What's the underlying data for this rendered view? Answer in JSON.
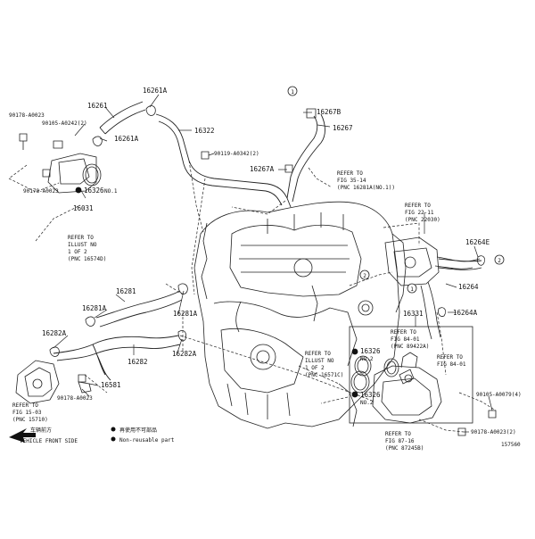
{
  "parts": {
    "p16261": "16261",
    "p16261A_top": "16261A",
    "p16261A_left": "16261A",
    "p16322": "16322",
    "p16267B": "16267B",
    "p16267": "16267",
    "p16267A": "16267A",
    "p90178_A0023_top": "90178-A0023",
    "p90105_A0242_2_left": "90105-A0242(2)",
    "p90119_A0342_2": "90119-A0342(2)",
    "p90178_A0023_left2": "90178-A0023",
    "p16326_no1": "16326",
    "p16326_no1_suffix": "NO.1",
    "p16031": "16031",
    "p16281": "16281",
    "p16281A_left": "16281A",
    "p16281A_right": "16281A",
    "p16282A_left": "16282A",
    "p16282A_right": "16282A",
    "p16282": "16282",
    "p16581": "16581",
    "p90178_A0023_bottom": "90178-A0023",
    "p16264E": "16264E",
    "p16264": "16264",
    "p16264A": "16264A",
    "p16331": "16331",
    "p16326_no2_label": "16326",
    "p16326_no2_suffix": "NO.2",
    "p16326_lower": "16326",
    "p16326_lower_suffix": "NO.2",
    "p90105_A0079_4": "90105-A0079(4)",
    "p90178_A0023_2": "90178-A0023(2)"
  },
  "refs": {
    "fig1635_l1": "REFER TO",
    "fig1635_l2": "FIG 35-14",
    "fig1635_l3": "(PNC 16281A(NO.1))",
    "fig2211_l1": "REFER TO",
    "fig2211_l2": "FIG 22-11",
    "fig2211_l3": "(PNC 22030)",
    "illus1_l1": "REFER TO",
    "illus1_l2": "ILLUST NO",
    "illus1_l3": "1 OF 2",
    "illus1_l4": "(PNC 16574D)",
    "fig8401a_l1": "REFER TO",
    "fig8401a_l2": "FIG 84-01",
    "fig8401a_l3": "(PNC 89422A)",
    "fig8401b_l1": "REFER TO",
    "fig8401b_l2": "FIG 84-01",
    "illus2_l1": "REFER TO",
    "illus2_l2": "ILLUST NO",
    "illus2_l3": "1 OF 2",
    "illus2_l4": "(PNC 16571C)",
    "fig1503_l1": "REFER TO",
    "fig1503_l2": "FIG 15-03",
    "fig1503_l3": "(PNC 15710)",
    "fig8716_l1": "REFER TO",
    "fig8716_l2": "FIG 87-16",
    "fig8716_l3": "(PNC 87245B)"
  },
  "legend": {
    "front_cn": "车辆前方",
    "front_en": "VEHICLE FRONT SIDE",
    "nonreuse_cn": "再使用不可部品",
    "nonreuse_en": "Non-reusable part"
  },
  "markers": {
    "circle1": "1",
    "circle2": "2"
  },
  "figure_code": "157560"
}
